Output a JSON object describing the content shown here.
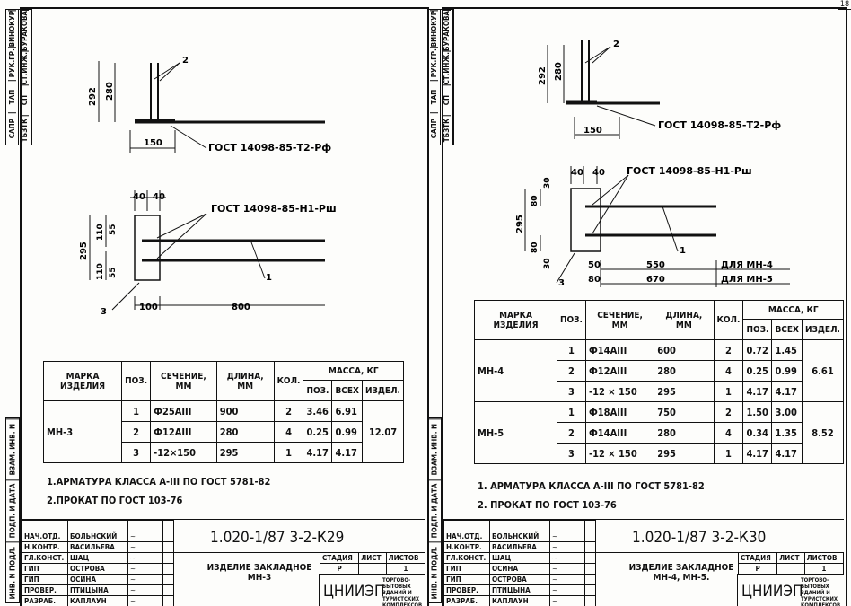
{
  "sheet_number": "18",
  "left": {
    "side_stamp_top": [
      "САПР",
      "ТБЗТК",
      "ТАП",
      "СП",
      "РУК.ГР.",
      "СТ.ИНЖ.",
      "ВИНОКУР",
      "БУРАКОВА"
    ],
    "side_stamp_bottom": [
      "ИНВ. N ПОДЛ.",
      "ПОДП. И ДАТА",
      "ВЗАМ. ИНВ. N"
    ],
    "drawing": {
      "dim_292": "292",
      "dim_280": "280",
      "dim_150": "150",
      "pos2": "2",
      "gost_t2": "ГОСТ 14098-85-Т2-Рф",
      "dim_40a": "40",
      "dim_40b": "40",
      "gost_h1": "ГОСТ 14098-85-Н1-Рш",
      "dim_295": "295",
      "dim_110a": "110",
      "dim_55a": "55",
      "dim_110b": "110",
      "dim_55b": "55",
      "pos1": "1",
      "pos3": "3",
      "dim_100": "100",
      "dim_800": "800"
    },
    "table": {
      "headers": {
        "mark": "МАРКА ИЗДЕЛИЯ",
        "pos": "ПОЗ.",
        "section": "СЕЧЕНИЕ, ММ",
        "length": "ДЛИНА, ММ",
        "qty": "КОЛ.",
        "mass": "МАССА, КГ",
        "mass_pos": "ПОЗ.",
        "mass_all": "ВСЕХ",
        "mass_item": "ИЗДЕЛ."
      },
      "groups": [
        {
          "mark": "МН-3",
          "total": "12.07",
          "rows": [
            {
              "pos": "1",
              "section": "Ф25АIII",
              "length": "900",
              "qty": "2",
              "mpos": "3.46",
              "mall": "6.91"
            },
            {
              "pos": "2",
              "section": "Ф12АIII",
              "length": "280",
              "qty": "4",
              "mpos": "0.25",
              "mall": "0.99"
            },
            {
              "pos": "3",
              "section": "-12×150",
              "length": "295",
              "qty": "1",
              "mpos": "4.17",
              "mall": "4.17"
            }
          ]
        }
      ]
    },
    "notes": [
      "1.АРМАТУРА КЛАССА А-III ПО ГОСТ 5781-82",
      "2.ПРОКАТ ПО ГОСТ 103-76"
    ],
    "title_block": {
      "staff": [
        [
          "НАЧ.ОТД.",
          "БОЛЬНСКИЙ"
        ],
        [
          "Н.КОНТР.",
          "ВАСИЛЬЕВА"
        ],
        [
          "ГЛ.КОНСТ.",
          "ШАЦ"
        ],
        [
          "ГИП",
          "ОСТРОВА"
        ],
        [
          "ГИП",
          "ОСИНА"
        ],
        [
          "ПРОВЕР.",
          "ПТИЦЫНА"
        ],
        [
          "РАЗРАБ.",
          "КАПЛАУН"
        ]
      ],
      "code": "1.020-1/87 3-2-К29",
      "title": "ИЗДЕЛИЕ ЗАКЛАДНОЕ",
      "subtitle": "МН-3",
      "stage_label": "СТАДИЯ",
      "sheet_label": "ЛИСТ",
      "sheets_label": "ЛИСТОВ",
      "stage": "Р",
      "sheets": "1",
      "org": "ЦНИИЭП",
      "org_desc": "ТОРГОВО-БЫТОВЫХ ЗДАНИЙ И ТУРИСТСКИХ КОМПЛЕКСОВ"
    }
  },
  "right": {
    "side_stamp_top": [
      "САПР",
      "ТБЗТК",
      "ТАП",
      "СП",
      "РУК.ГР.",
      "СТ.ИНЖ.",
      "ВИНОКУР",
      "БУРАКОВА"
    ],
    "side_stamp_bottom": [
      "ИНВ. N ПОДЛ.",
      "ПОДП. И ДАТА",
      "ВЗАМ. ИНВ. N"
    ],
    "drawing": {
      "dim_292": "292",
      "dim_280": "280",
      "dim_150": "150",
      "pos2": "2",
      "gost_t2": "ГОСТ 14098-85-Т2-Рф",
      "dim_40a": "40",
      "dim_40b": "40",
      "gost_h1": "ГОСТ 14098-85-Н1-Рш",
      "dim_30a": "30",
      "dim_80a": "80",
      "dim_295": "295",
      "dim_80b": "80",
      "dim_30b": "30",
      "pos1": "1",
      "pos3": "3",
      "dim_50": "50",
      "dim_550": "550",
      "dim_80c": "80",
      "dim_670": "670",
      "for_mn4": "ДЛЯ МН-4",
      "for_mn5": "ДЛЯ МН-5"
    },
    "table": {
      "headers": {
        "mark": "МАРКА ИЗДЕЛИЯ",
        "pos": "ПОЗ.",
        "section": "СЕЧЕНИЕ, ММ",
        "length": "ДЛИНА, ММ",
        "qty": "КОЛ.",
        "mass": "МАССА, КГ",
        "mass_pos": "ПОЗ.",
        "mass_all": "ВСЕХ",
        "mass_item": "ИЗДЕЛ."
      },
      "groups": [
        {
          "mark": "МН-4",
          "total": "6.61",
          "rows": [
            {
              "pos": "1",
              "section": "Ф14АIII",
              "length": "600",
              "qty": "2",
              "mpos": "0.72",
              "mall": "1.45"
            },
            {
              "pos": "2",
              "section": "Ф12АIII",
              "length": "280",
              "qty": "4",
              "mpos": "0.25",
              "mall": "0.99"
            },
            {
              "pos": "3",
              "section": "-12 × 150",
              "length": "295",
              "qty": "1",
              "mpos": "4.17",
              "mall": "4.17"
            }
          ]
        },
        {
          "mark": "МН-5",
          "total": "8.52",
          "rows": [
            {
              "pos": "1",
              "section": "Ф18АIII",
              "length": "750",
              "qty": "2",
              "mpos": "1.50",
              "mall": "3.00"
            },
            {
              "pos": "2",
              "section": "Ф14АIII",
              "length": "280",
              "qty": "4",
              "mpos": "0.34",
              "mall": "1.35"
            },
            {
              "pos": "3",
              "section": "-12 × 150",
              "length": "295",
              "qty": "1",
              "mpos": "4.17",
              "mall": "4.17"
            }
          ]
        }
      ]
    },
    "notes": [
      "1. АРМАТУРА КЛАССА А-III ПО ГОСТ 5781-82",
      "2. ПРОКАТ ПО ГОСТ 103-76"
    ],
    "title_block": {
      "staff": [
        [
          "НАЧ.ОТД.",
          "БОЛЬНСКИЙ"
        ],
        [
          "Н.КОНТР.",
          "ВАСИЛЬЕВА"
        ],
        [
          "ГЛ.КОНСТ.",
          "ШАЦ"
        ],
        [
          "ГИП",
          "ОСИНА"
        ],
        [
          "ГИП",
          "ОСТРОВА"
        ],
        [
          "ПРОВЕР.",
          "ПТИЦЫНА"
        ],
        [
          "РАЗРАБ.",
          "КАПЛАУН"
        ]
      ],
      "code": "1.020-1/87 3-2-К30",
      "title": "ИЗДЕЛИЕ ЗАКЛАДНОЕ",
      "subtitle": "МН-4, МН-5.",
      "stage_label": "СТАДИЯ",
      "sheet_label": "ЛИСТ",
      "sheets_label": "ЛИСТОВ",
      "stage": "Р",
      "sheets": "1",
      "org": "ЦНИИЭП",
      "org_desc": "ТОРГОВО-БЫТОВЫХ ЗДАНИЙ И ТУРИСТСКИХ КОМПЛЕКСОВ"
    }
  }
}
